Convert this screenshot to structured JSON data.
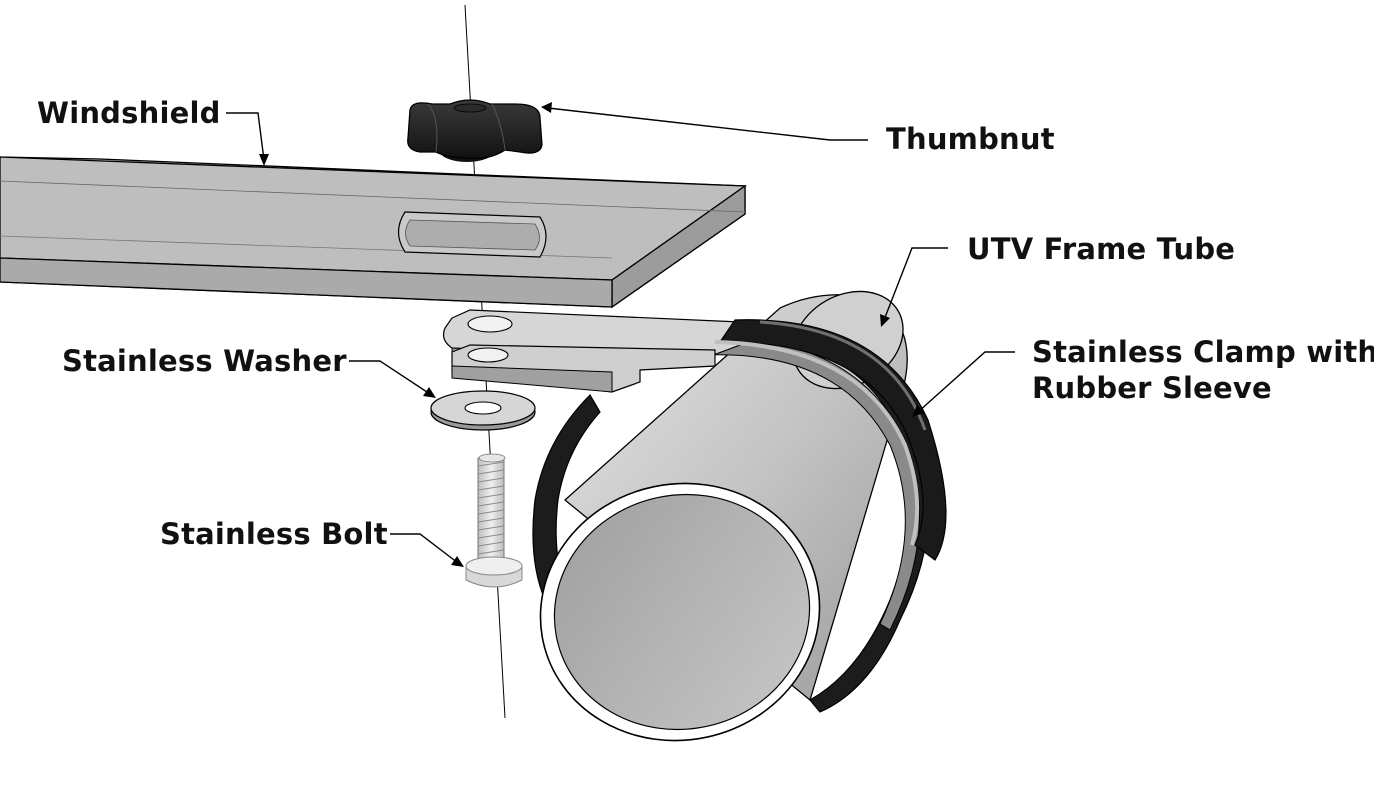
{
  "labels": {
    "windshield": "Windshield",
    "thumbnut": "Thumbnut",
    "frame_tube": "UTV Frame Tube",
    "clamp_line1": "Stainless Clamp with",
    "clamp_line2": "Rubber Sleeve",
    "washer": "Stainless Washer",
    "bolt": "Stainless Bolt"
  },
  "colors": {
    "background": "#ffffff",
    "outline": "#000000",
    "metal_light": "#d9d9d9",
    "metal_mid": "#b4b4b4",
    "metal_dark": "#8a8a8a",
    "rubber": "#1c1c1c",
    "windshield": "#b8b8b8"
  }
}
